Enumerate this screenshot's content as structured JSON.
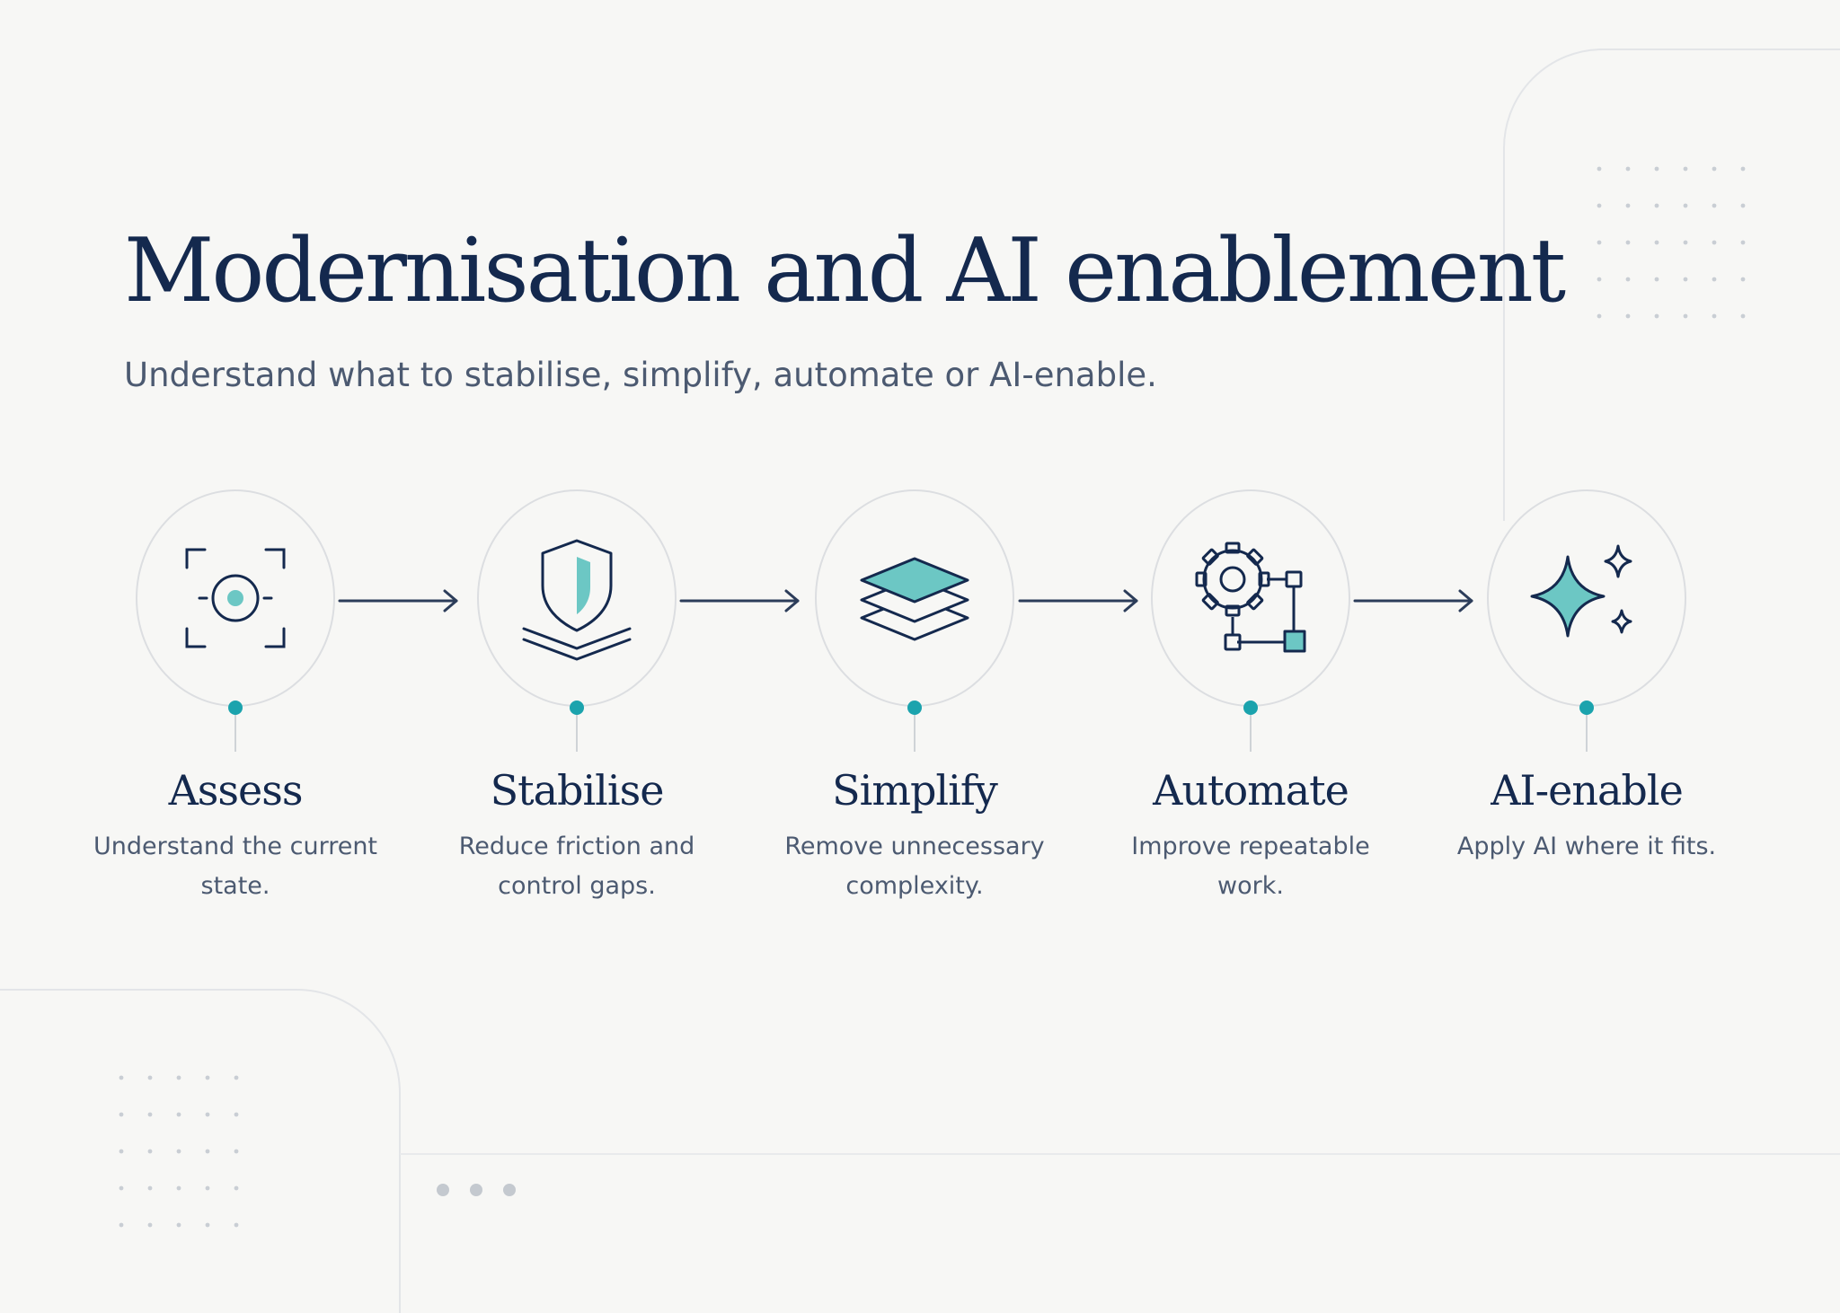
{
  "header": {
    "title": "Modernisation and AI enablement",
    "subtitle": "Understand what to stabilise, simplify, automate or AI-enable."
  },
  "steps": [
    {
      "label": "Assess",
      "desc": "Understand the current state.",
      "icon": "focus-target-icon"
    },
    {
      "label": "Stabilise",
      "desc": "Reduce friction and control gaps.",
      "icon": "shield-layers-icon"
    },
    {
      "label": "Simplify",
      "desc": "Remove unnecessary complexity.",
      "icon": "stacked-layers-icon"
    },
    {
      "label": "Automate",
      "desc": "Improve repeatable work.",
      "icon": "gear-workflow-icon"
    },
    {
      "label": "AI-enable",
      "desc": "Apply AI where it fits.",
      "icon": "sparkle-icon"
    }
  ],
  "colors": {
    "navy": "#14294e",
    "teal": "#1ba3ad",
    "teal_fill": "#6cc7c4",
    "muted_text": "#4c5a71",
    "background": "#f7f7f5"
  }
}
